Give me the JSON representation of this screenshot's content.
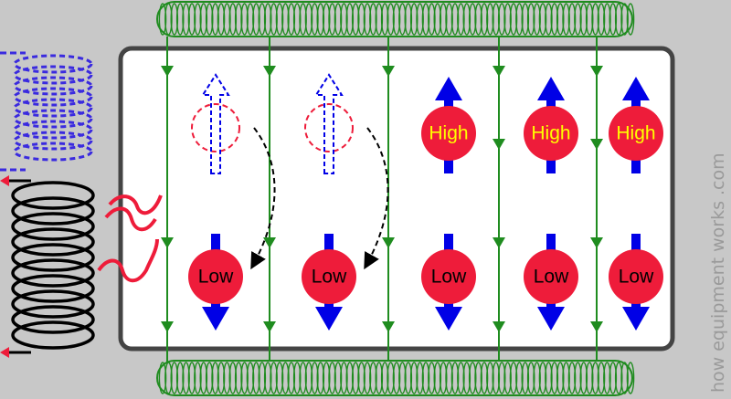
{
  "labels": {
    "high": "High",
    "low": "Low"
  },
  "watermark": "how equipment works .com",
  "colors": {
    "background": "#c8c8c8",
    "field_line": "#1f8c1f",
    "spin_arrow": "#0000e6",
    "nucleus": "#ee1c3a",
    "high_text": "#ffff00",
    "low_text": "#000000",
    "rf_wave": "#ee1c3a",
    "magnet_coil": "#1f8c1f",
    "receiver_coil": "#3a2adf",
    "transmit_coil": "#000000"
  }
}
